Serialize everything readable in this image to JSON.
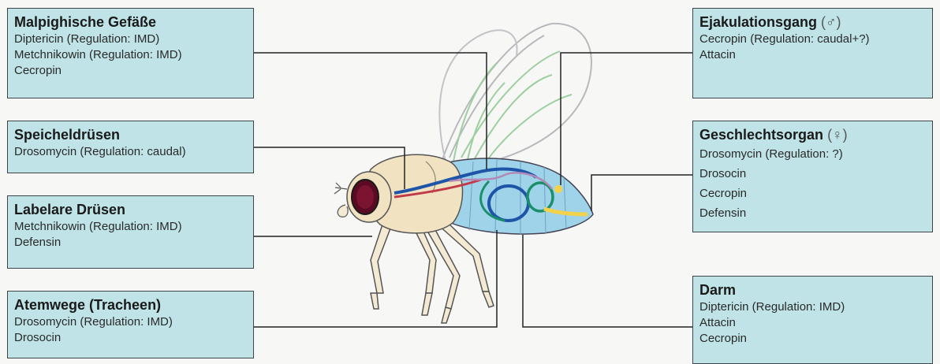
{
  "boxes": {
    "malpighi": {
      "title": "Malpighische Gefäße",
      "lines": [
        "Diptericin (Regulation: IMD)",
        "Metchnikowin (Regulation: IMD)",
        "Cecropin"
      ]
    },
    "speichel": {
      "title": "Speicheldrüsen",
      "lines": [
        "Drosomycin (Regulation: caudal)"
      ]
    },
    "labelar": {
      "title": "Labelare Drüsen",
      "lines": [
        "Metchnikowin (Regulation: IMD)",
        "Defensin"
      ]
    },
    "atemwege": {
      "title": "Atemwege (Tracheen)",
      "lines": [
        "Drosomycin (Regulation: IMD)",
        "Drosocin"
      ]
    },
    "ejakulation": {
      "title": "Ejakulationsgang",
      "symbol": "(♂)",
      "lines": [
        "Cecropin (Regulation: caudal+?)",
        "Attacin"
      ]
    },
    "geschlecht": {
      "title": "Geschlechtsorgan",
      "symbol": "(♀)",
      "lines": [
        "Drosomycin (Regulation: ?)",
        "Drosocin",
        "Cecropin",
        "Defensin"
      ]
    },
    "darm": {
      "title": "Darm",
      "lines": [
        "Diptericin (Regulation: IMD)",
        "Attacin",
        "Cecropin"
      ]
    }
  },
  "colors": {
    "box_fill": "#bfe3e6",
    "box_border": "#3d4548",
    "abdomen": "#9fd3ea",
    "thorax": "#f1e2c2",
    "gut": "#1f55a8",
    "eye": "#5a0a22"
  }
}
